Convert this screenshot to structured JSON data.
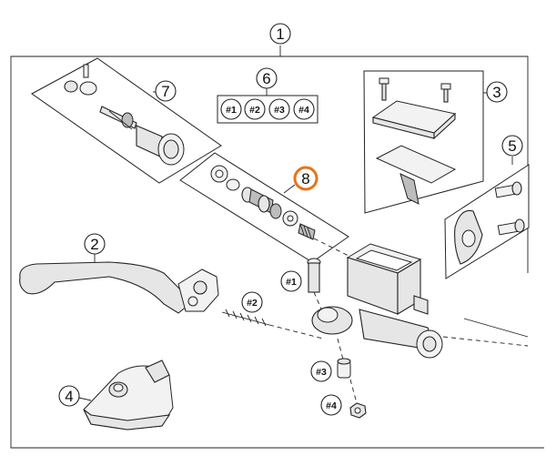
{
  "callouts": {
    "c1": "1",
    "c2": "2",
    "c3": "3",
    "c4": "4",
    "c5": "5",
    "c6": "6",
    "c7": "7",
    "c8": "8"
  },
  "hash_tags": {
    "t1": "#1",
    "t2": "#2",
    "t3": "#3",
    "t4": "#4"
  },
  "part_labels": {
    "p1": "#1",
    "p2": "#2",
    "p3": "#3",
    "p4": "#4"
  },
  "colors": {
    "highlight": "#e8731c",
    "line": "#222222"
  }
}
